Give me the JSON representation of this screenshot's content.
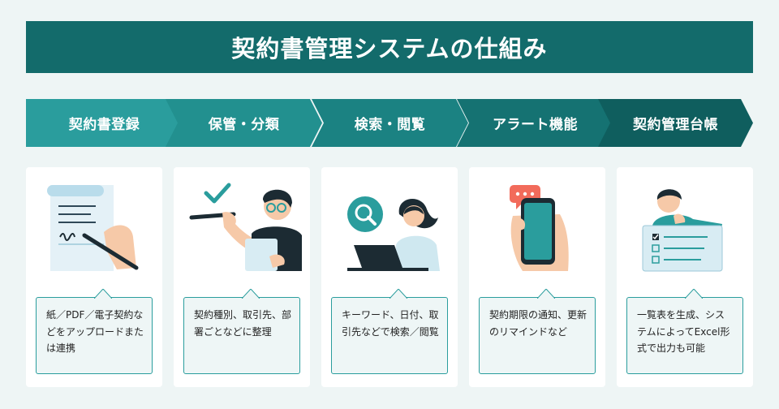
{
  "title": "契約書管理システムの仕組み",
  "steps": [
    {
      "label": "契約書登録",
      "color": "#2a9d9d"
    },
    {
      "label": "保管・分類",
      "color": "#22908f"
    },
    {
      "label": "検索・閲覧",
      "color": "#1b8282"
    },
    {
      "label": "アラート機能",
      "color": "#157272"
    },
    {
      "label": "契約管理台帳",
      "color": "#0f5e5e"
    }
  ],
  "cards": [
    {
      "illustration": "hand-signing-document",
      "text": "紙／PDF／電子契約などをアップロードまたは連携"
    },
    {
      "illustration": "man-writing-with-checkmark",
      "text": "契約種別、取引先、部署ごとなどに整理"
    },
    {
      "illustration": "woman-searching-on-laptop",
      "text": "キーワード、日付、取引先などで検索／閲覧"
    },
    {
      "illustration": "smartphone-notification",
      "text": "契約期限の通知、更新のリマインドなど"
    },
    {
      "illustration": "man-with-checklist-board",
      "text": "一覧表を生成、システムによってExcel形式で出力も可能"
    }
  ],
  "colors": {
    "title_bg": "#136b6b",
    "accent": "#2a9d9d",
    "background": "#eef5f5"
  }
}
